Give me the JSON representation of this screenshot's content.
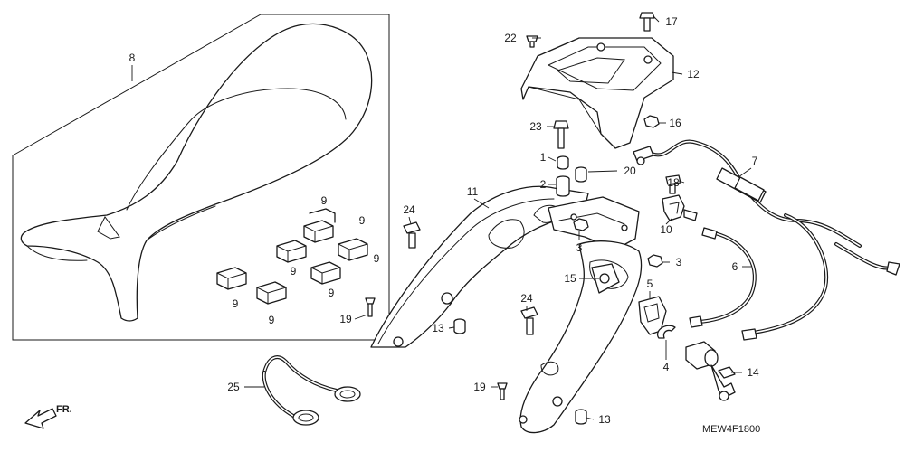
{
  "diagram": {
    "code": "MEW4F1800",
    "direction_label": "FR.",
    "direction_icon": "arrow-left-down-icon",
    "parts": [
      {
        "id": "p8",
        "label": "8",
        "name": "seat"
      },
      {
        "id": "p9a",
        "label": "9",
        "name": "seat-cushion"
      },
      {
        "id": "p9b",
        "label": "9",
        "name": "seat-cushion"
      },
      {
        "id": "p9c",
        "label": "9",
        "name": "seat-cushion"
      },
      {
        "id": "p9d",
        "label": "9",
        "name": "seat-cushion"
      },
      {
        "id": "p9e",
        "label": "9",
        "name": "seat-cushion"
      },
      {
        "id": "p9f",
        "label": "9",
        "name": "seat-cushion"
      },
      {
        "id": "p9g",
        "label": "9",
        "name": "seat-cushion"
      },
      {
        "id": "p22",
        "label": "22",
        "name": "screw"
      },
      {
        "id": "p17",
        "label": "17",
        "name": "bolt"
      },
      {
        "id": "p12",
        "label": "12",
        "name": "rear-carrier"
      },
      {
        "id": "p16",
        "label": "16",
        "name": "nut"
      },
      {
        "id": "p23",
        "label": "23",
        "name": "bolt"
      },
      {
        "id": "p1",
        "label": "1",
        "name": "collar"
      },
      {
        "id": "p20",
        "label": "20",
        "name": "rubber"
      },
      {
        "id": "p2",
        "label": "2",
        "name": "rubber"
      },
      {
        "id": "p7",
        "label": "7",
        "name": "seat-lock-cable"
      },
      {
        "id": "p18",
        "label": "18",
        "name": "bolt"
      },
      {
        "id": "p11",
        "label": "11",
        "name": "left-grab-rail"
      },
      {
        "id": "p24a",
        "label": "24",
        "name": "bolt"
      },
      {
        "id": "p10",
        "label": "10",
        "name": "clip"
      },
      {
        "id": "p3a",
        "label": "3",
        "name": "nut"
      },
      {
        "id": "p3b",
        "label": "3",
        "name": "nut"
      },
      {
        "id": "p6",
        "label": "6",
        "name": "cable"
      },
      {
        "id": "p15",
        "label": "15",
        "name": "bracket"
      },
      {
        "id": "p5",
        "label": "5",
        "name": "seat-lock"
      },
      {
        "id": "p19a",
        "label": "19",
        "name": "screw"
      },
      {
        "id": "p13a",
        "label": "13",
        "name": "cap"
      },
      {
        "id": "p24b",
        "label": "24",
        "name": "bolt"
      },
      {
        "id": "p4",
        "label": "4",
        "name": "clip"
      },
      {
        "id": "p14",
        "label": "14",
        "name": "key-cylinder"
      },
      {
        "id": "p25",
        "label": "25",
        "name": "helmet-wire"
      },
      {
        "id": "p19b",
        "label": "19",
        "name": "screw"
      },
      {
        "id": "p13b",
        "label": "13",
        "name": "cap"
      }
    ]
  }
}
